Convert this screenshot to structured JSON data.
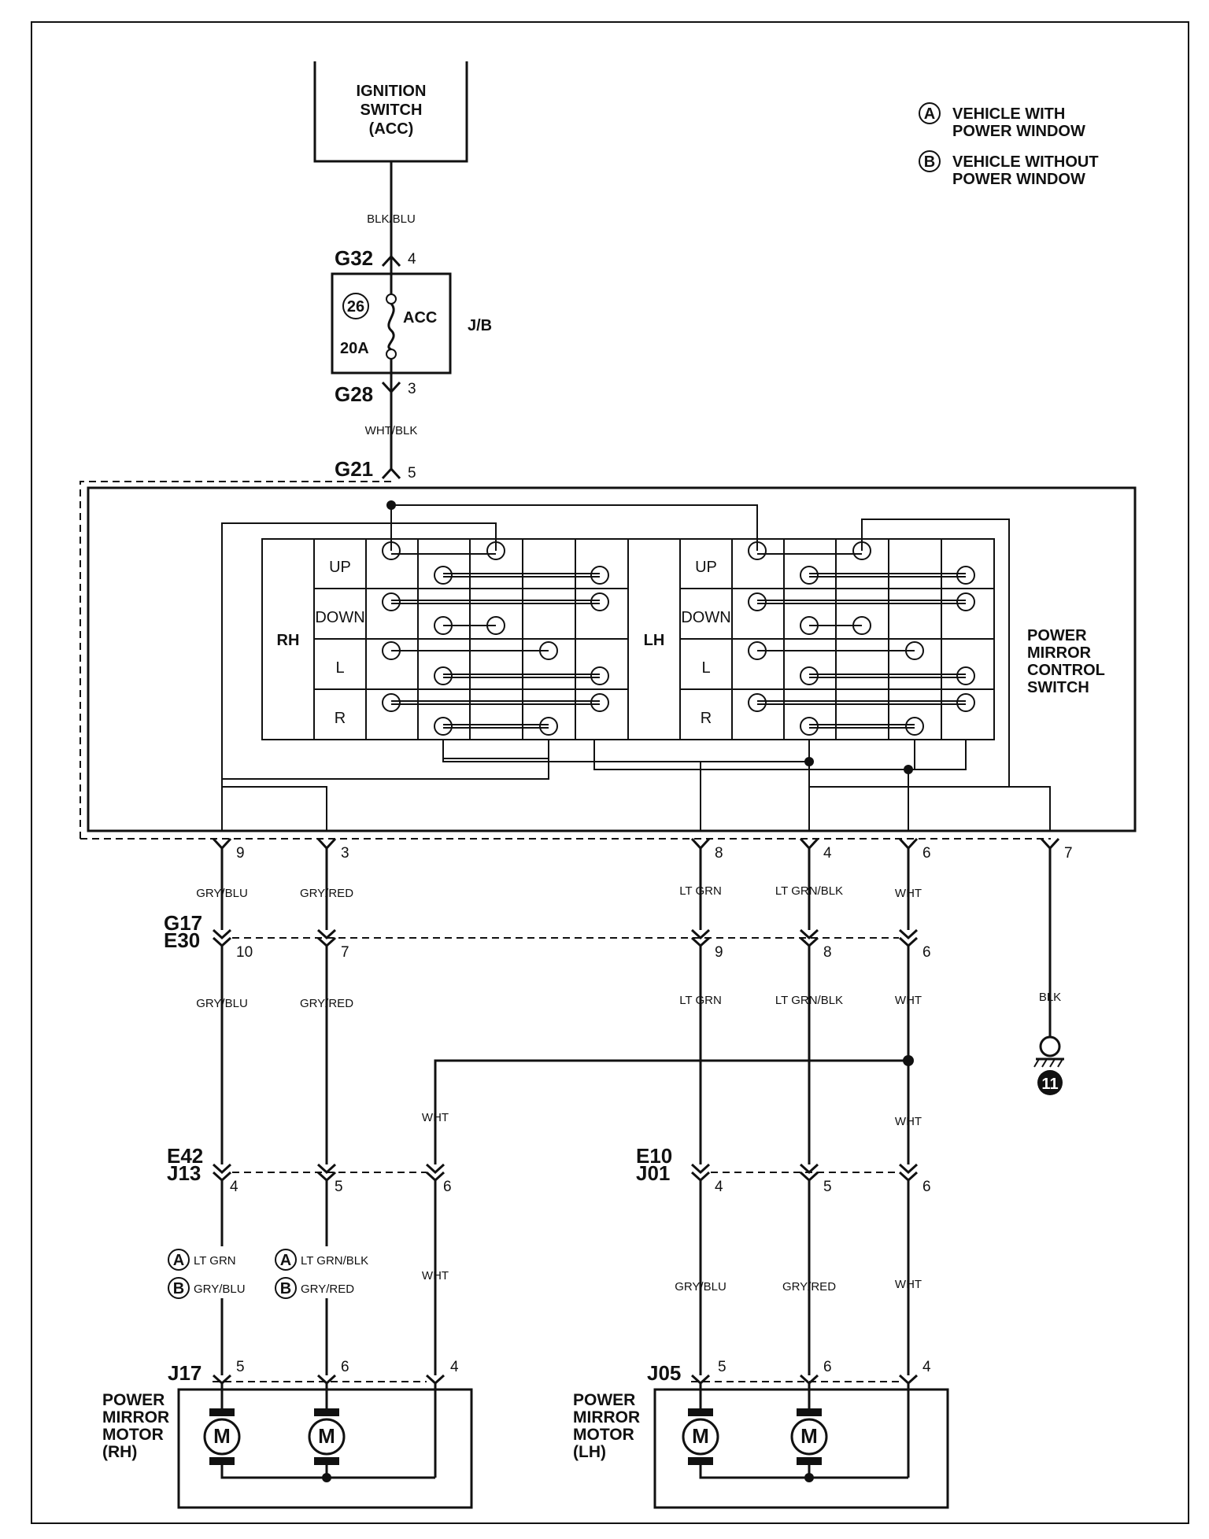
{
  "ignition": {
    "line1": "IGNITION",
    "line2": "SWITCH",
    "line3": "(ACC)"
  },
  "legend": {
    "a_badge": "A",
    "a_line1": "VEHICLE WITH",
    "a_line2": "POWER WINDOW",
    "b_badge": "B",
    "b_line1": "VEHICLE WITHOUT",
    "b_line2": "POWER WINDOW"
  },
  "fuse": {
    "number": "26",
    "label": "ACC",
    "rating": "20A",
    "box": "J/B"
  },
  "connectors": {
    "g32": "G32",
    "g28": "G28",
    "g21": "G21",
    "g17": "G17",
    "e30": "E30",
    "e42": "E42",
    "j13": "J13",
    "e10": "E10",
    "j01": "J01",
    "j17": "J17",
    "j05": "J05"
  },
  "pins": {
    "g32": "4",
    "g28": "3",
    "g21": "5",
    "sw_9": "9",
    "sw_3": "3",
    "sw_8": "8",
    "sw_4": "4",
    "sw_6": "6",
    "sw_7": "7",
    "e30_10": "10",
    "e30_7": "7",
    "e30_9": "9",
    "e30_8": "8",
    "e30_6": "6",
    "j13_4": "4",
    "j13_5": "5",
    "j13_6": "6",
    "j01_4": "4",
    "j01_5": "5",
    "j01_6": "6",
    "j17_5": "5",
    "j17_6": "6",
    "j17_4": "4",
    "j05_5": "5",
    "j05_6": "6",
    "j05_4": "4"
  },
  "wires": {
    "blk_blu": "BLK/BLU",
    "wht_blk": "WHT/BLK",
    "gry_blu_1": "GRY/BLU",
    "gry_red_1": "GRY/RED",
    "lt_grn_1": "LT GRN",
    "lt_grn_blk_1": "LT GRN/BLK",
    "wht_1": "WHT",
    "gry_blu_2": "GRY/BLU",
    "gry_red_2": "GRY/RED",
    "lt_grn_2": "LT GRN",
    "lt_grn_blk_2": "LT GRN/BLK",
    "wht_2": "WHT",
    "blk": "BLK",
    "wht_rh_1": "WHT",
    "wht_lh_1": "WHT",
    "wht_rh_2": "WHT",
    "wht_lh_2": "WHT",
    "rh_a": "LT GRN",
    "rh_b": "GRY/BLU",
    "rh2_a": "LT GRN/BLK",
    "rh2_b": "GRY/RED",
    "lh_gry_blu": "GRY/BLU",
    "lh_gry_red": "GRY/RED",
    "badge_a": "A",
    "badge_b": "B"
  },
  "switch": {
    "title1": "POWER",
    "title2": "MIRROR",
    "title3": "CONTROL",
    "title4": "SWITCH",
    "rh": "RH",
    "lh": "LH",
    "rows": [
      "UP",
      "DOWN",
      "L",
      "R"
    ]
  },
  "ground": {
    "number": "11"
  },
  "motors": {
    "m": "M",
    "rh_line1": "POWER",
    "rh_line2": "MIRROR",
    "rh_line3": "MOTOR",
    "rh_line4": "(RH)",
    "lh_line1": "POWER",
    "lh_line2": "MIRROR",
    "lh_line3": "MOTOR",
    "lh_line4": "(LH)"
  }
}
